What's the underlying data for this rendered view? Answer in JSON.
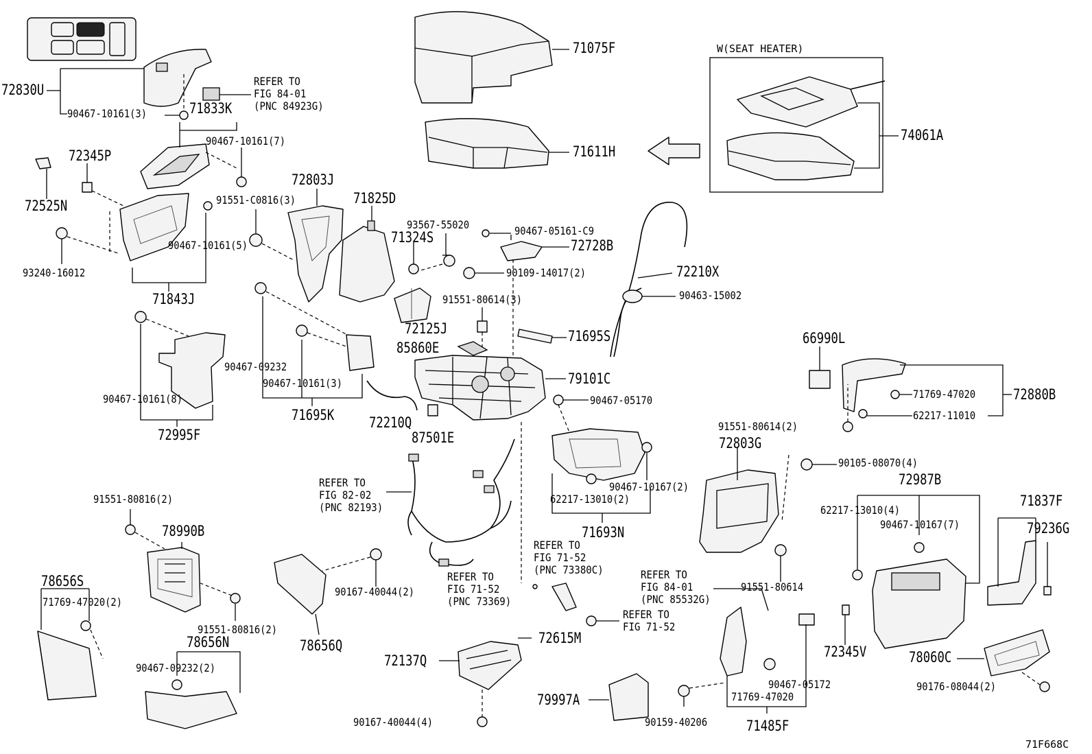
{
  "diagram": {
    "inset": {
      "title": "W(SEAT HEATER)",
      "part": "74061A"
    },
    "drawing_code": "71F668C",
    "parts": [
      "72830U",
      "90467-10161(3)",
      "71833K",
      "90467-10161(7)",
      "72345P",
      "72525N",
      "91551-C0816(3)",
      "93240-16012",
      "90467-10161(5)",
      "71843J",
      "72803J",
      "71825D",
      "71075F",
      "71611H",
      "74061A",
      "93567-55020",
      "90467-05161-C9",
      "71324S",
      "72728B",
      "90109-14017(2)",
      "72210X",
      "90463-15002",
      "91551-80614(3)",
      "72125J",
      "71695S",
      "85860E",
      "79101C",
      "90467-09232",
      "90467-10161(3)",
      "90467-10161(8)",
      "72995F",
      "72210Q",
      "71695K",
      "87501E",
      "90467-05170",
      "66990L",
      "71769-47020",
      "72880B",
      "62217-11010",
      "91551-80614(2)",
      "72803G",
      "90105-08070(4)",
      "90467-10167(2)",
      "62217-13010(2)",
      "71693N",
      "72987B",
      "62217-13010(4)",
      "71837F",
      "90467-10167(7)",
      "79236G",
      "91551-80816(2)",
      "78990B",
      "91551-80614",
      "90167-40044(2)",
      "78656Q",
      "78656S",
      "71769-47020(2)",
      "91551-80816(2)",
      "78656N",
      "90467-09232(2)",
      "72615M",
      "72137Q",
      "90167-40044(4)",
      "79997A",
      "90159-40206",
      "71769-47020",
      "90467-05172",
      "71485F",
      "72345V",
      "78060C",
      "90176-08044(2)"
    ],
    "refs": [
      {
        "text": "REFER TO\nFIG 84-01\n(PNC 84923G)"
      },
      {
        "text": "REFER TO\nFIG 82-02\n(PNC 82193)"
      },
      {
        "text": "REFER TO\nFIG 71-52\n(PNC 73380C)"
      },
      {
        "text": "REFER TO\nFIG 71-52\n(PNC 73369)"
      },
      {
        "text": "REFER TO\nFIG 84-01\n(PNC 85532G)"
      },
      {
        "text": "REFER TO\nFIG 71-52"
      }
    ]
  }
}
